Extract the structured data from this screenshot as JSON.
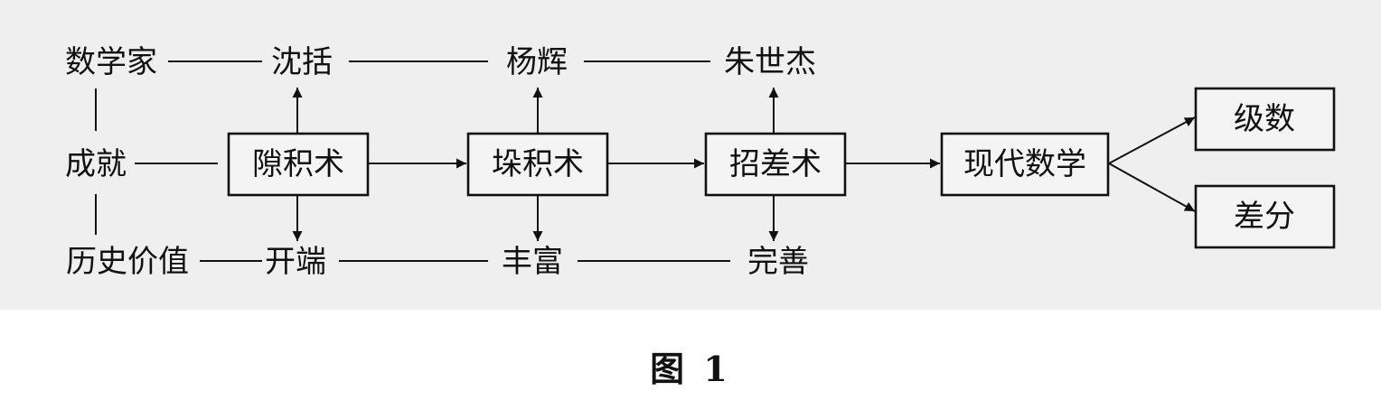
{
  "labels": {
    "row_mathematician": "数学家",
    "row_achievement": "成就",
    "row_historical_value": "历史价值",
    "person_shen_kuo": "沈括",
    "person_yang_hui": "杨辉",
    "person_zhu_shijie": "朱世杰",
    "value_beginning": "开端",
    "value_enrichment": "丰富",
    "value_perfection": "完善"
  },
  "boxes": {
    "xijishu": "隙积术",
    "duojishu": "垛积术",
    "zhaochashu": "招差术",
    "modern_math": "现代数学",
    "series": "级数",
    "difference": "差分"
  },
  "caption": "图 1"
}
